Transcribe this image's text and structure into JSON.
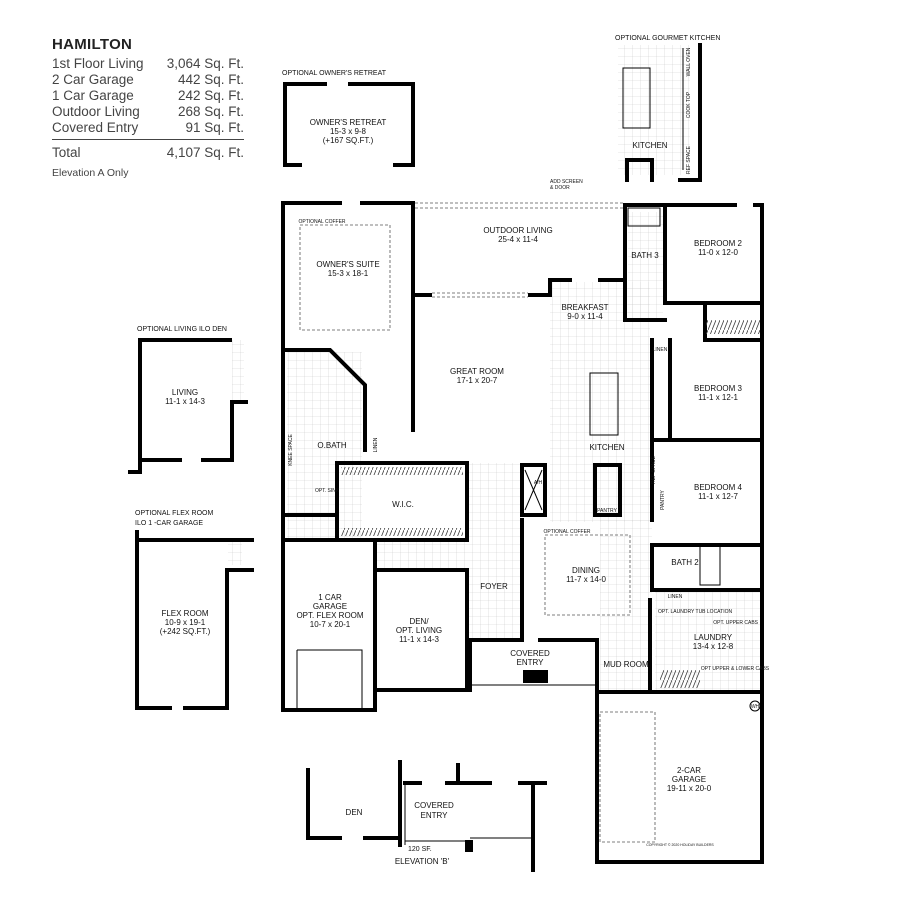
{
  "summary": {
    "title": "HAMILTON",
    "rows": [
      {
        "label": "1st Floor Living",
        "value": "3,064 Sq. Ft."
      },
      {
        "label": "2 Car Garage",
        "value": "442 Sq. Ft."
      },
      {
        "label": "1 Car Garage",
        "value": "242 Sq. Ft."
      },
      {
        "label": "Outdoor Living",
        "value": "268 Sq. Ft."
      },
      {
        "label": "Covered Entry",
        "value": "91 Sq. Ft."
      }
    ],
    "total": {
      "label": "Total",
      "value": "4,107 Sq. Ft."
    },
    "note": "Elevation A Only"
  },
  "options": {
    "owners_retreat": {
      "caption": "OPTIONAL OWNER'S RETREAT",
      "name": "OWNER'S RETREAT",
      "size": "15-3 x 9-8",
      "extra": "(+167 SQ.FT.)"
    },
    "gourmet_kitchen": {
      "caption": "OPTIONAL GOURMET KITCHEN",
      "name": "KITCHEN",
      "wall_oven": "WALL OVEN",
      "cook_top": "COOK TOP",
      "ref_space": "REF SPACE"
    },
    "living_ilo_den": {
      "caption": "OPTIONAL LIVING ILO DEN",
      "name": "LIVING",
      "size": "11-1 x 14-3"
    },
    "flex_room": {
      "caption_1": "OPTIONAL FLEX ROOM",
      "caption_2": "ILO 1 -CAR GARAGE",
      "name": "FLEX ROOM",
      "size": "10-9 x 19-1",
      "extra": "(+242 SQ.FT.)"
    },
    "elevation_b": {
      "den": "DEN",
      "entry_1": "COVERED",
      "entry_2": "ENTRY",
      "area": "120 SF.",
      "caption": "ELEVATION 'B'"
    }
  },
  "rooms": {
    "owners_suite": {
      "name": "OWNER'S SUITE",
      "size": "15-3 x 18-1",
      "note": "OPTIONAL COFFER"
    },
    "outdoor_living": {
      "name": "OUTDOOR LIVING",
      "size": "25-4 x 11-4",
      "note_1": "ADD SCREEN",
      "note_2": "& DOOR"
    },
    "bath3": {
      "name": "BATH 3"
    },
    "bedroom2": {
      "name": "BEDROOM 2",
      "size": "11-0 x 12-0"
    },
    "breakfast": {
      "name": "BREAKFAST",
      "size": "9-0 x 11-4"
    },
    "great_room": {
      "name": "GREAT ROOM",
      "size": "17-1 x 20-7"
    },
    "bedroom3": {
      "name": "BEDROOM 3",
      "size": "11-1 x 12-1"
    },
    "linen_top": {
      "name": "LINEN"
    },
    "kitchen": {
      "name": "KITCHEN",
      "ref_space": "REF SPACE"
    },
    "obath": {
      "name": "O.BATH",
      "knee_space": "KNEE SPACE",
      "linen": "LINEN",
      "opt_sink": "OPT. SINK"
    },
    "wic": {
      "name": "W.I.C."
    },
    "ah": {
      "name": "A/H"
    },
    "pantry": {
      "name": "PANTRY",
      "name2": "PANTRY"
    },
    "bedroom4": {
      "name": "BEDROOM 4",
      "size": "11-1 x 12-7"
    },
    "dining": {
      "name": "DINING",
      "size": "11-7 x 14-0",
      "note": "OPTIONAL COFFER"
    },
    "bath2": {
      "name": "BATH 2",
      "linen": "LINEN"
    },
    "laundry": {
      "name": "LAUNDRY",
      "size": "13-4 x 12-8",
      "tub": "OPT. LAUNDRY TUB LOCATION",
      "upper": "OPT. UPPER CABS",
      "upper_lower": "OPT UPPER & LOWER CABS"
    },
    "garage1": {
      "line1": "1 CAR",
      "line2": "GARAGE",
      "line3": "OPT. FLEX ROOM",
      "size": "10-7 x 20-1"
    },
    "den": {
      "line1": "DEN/",
      "line2": "OPT. LIVING",
      "size": "11-1 x 14-3"
    },
    "foyer": {
      "name": "FOYER"
    },
    "covered_entry": {
      "line1": "COVERED",
      "line2": "ENTRY"
    },
    "mud_room": {
      "name": "MUD ROOM"
    },
    "wh": {
      "name": "WH"
    },
    "garage2": {
      "line1": "2-CAR",
      "line2": "GARAGE",
      "size": "19-11 x 20-0"
    }
  },
  "copyright": "COPYRIGHT © 2020 HOLIDAY BUILDERS"
}
